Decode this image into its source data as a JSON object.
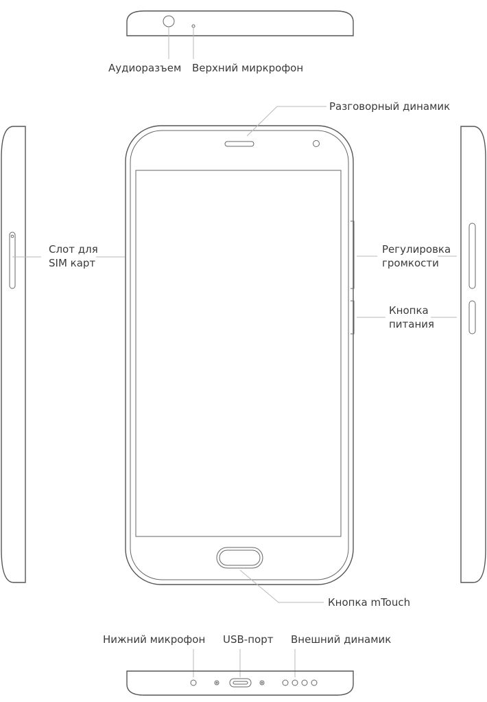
{
  "labels": {
    "audio_jack": "Аудиоразъем",
    "top_mic": "Верхний миркрофон",
    "earpiece": "Разговорный динамик",
    "sim_slot_line1": "Слот для",
    "sim_slot_line2": "SIM карт",
    "volume_line1": "Регулировка",
    "volume_line2": "громкости",
    "power_line1": "Кнопка",
    "power_line2": "питания",
    "mtouch": "Кнопка mTouch",
    "bottom_mic": "Нижний микрофон",
    "usb_port": "USB-порт",
    "speaker": "Внешний динамик"
  }
}
